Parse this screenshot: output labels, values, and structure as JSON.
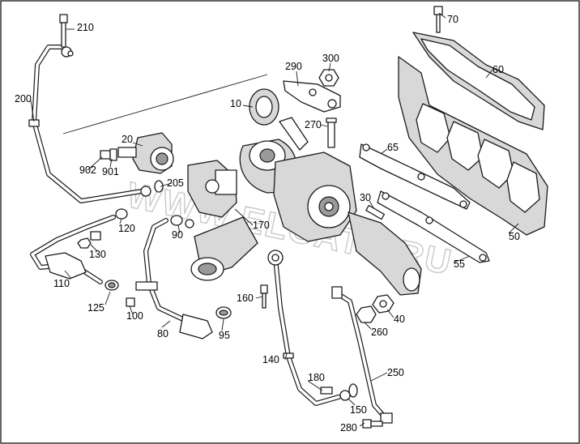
{
  "watermark": "WWW.ELCATS.RU",
  "callouts": [
    {
      "id": "10",
      "text": "10"
    },
    {
      "id": "20",
      "text": "20"
    },
    {
      "id": "30",
      "text": "30"
    },
    {
      "id": "40",
      "text": "40"
    },
    {
      "id": "50",
      "text": "50"
    },
    {
      "id": "55",
      "text": "55"
    },
    {
      "id": "60",
      "text": "60"
    },
    {
      "id": "65",
      "text": "65"
    },
    {
      "id": "70",
      "text": "70"
    },
    {
      "id": "80",
      "text": "80"
    },
    {
      "id": "90",
      "text": "90"
    },
    {
      "id": "95",
      "text": "95"
    },
    {
      "id": "100",
      "text": "100"
    },
    {
      "id": "110",
      "text": "110"
    },
    {
      "id": "120",
      "text": "120"
    },
    {
      "id": "125",
      "text": "125"
    },
    {
      "id": "130",
      "text": "130"
    },
    {
      "id": "140",
      "text": "140"
    },
    {
      "id": "150",
      "text": "150"
    },
    {
      "id": "160",
      "text": "160"
    },
    {
      "id": "170",
      "text": "170"
    },
    {
      "id": "180",
      "text": "180"
    },
    {
      "id": "200",
      "text": "200"
    },
    {
      "id": "205",
      "text": "205"
    },
    {
      "id": "210",
      "text": "210"
    },
    {
      "id": "250",
      "text": "250"
    },
    {
      "id": "260",
      "text": "260"
    },
    {
      "id": "270",
      "text": "270"
    },
    {
      "id": "280",
      "text": "280"
    },
    {
      "id": "290",
      "text": "290"
    },
    {
      "id": "300",
      "text": "300"
    },
    {
      "id": "901",
      "text": "901"
    },
    {
      "id": "902",
      "text": "902"
    }
  ]
}
